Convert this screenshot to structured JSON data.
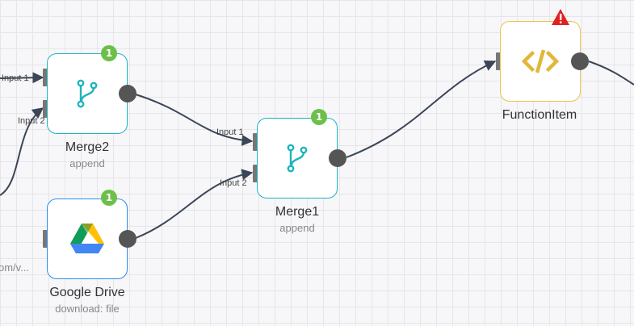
{
  "nodes": {
    "merge2": {
      "title": "Merge2",
      "subtitle": "append",
      "badge": "1",
      "input1_label": "Input 1",
      "input2_label": "Input 2"
    },
    "merge1": {
      "title": "Merge1",
      "subtitle": "append",
      "badge": "1",
      "input1_label": "Input 1",
      "input2_label": "Input 2"
    },
    "google_drive": {
      "title": "Google Drive",
      "subtitle": "download: file",
      "badge": "1"
    },
    "function_item": {
      "title": "FunctionItem",
      "warning": "!"
    }
  },
  "left_fragment": "om/v...",
  "colors": {
    "merge_accent": "#1cb4be",
    "function_accent": "#e8c34a",
    "badge_green": "#6cc04a",
    "warning_red": "#e02020",
    "wire": "#3b4657"
  },
  "icons": {
    "merge": "merge-branch-icon",
    "function": "code-icon",
    "drive": "google-drive-icon",
    "warning": "warning-triangle-icon"
  }
}
